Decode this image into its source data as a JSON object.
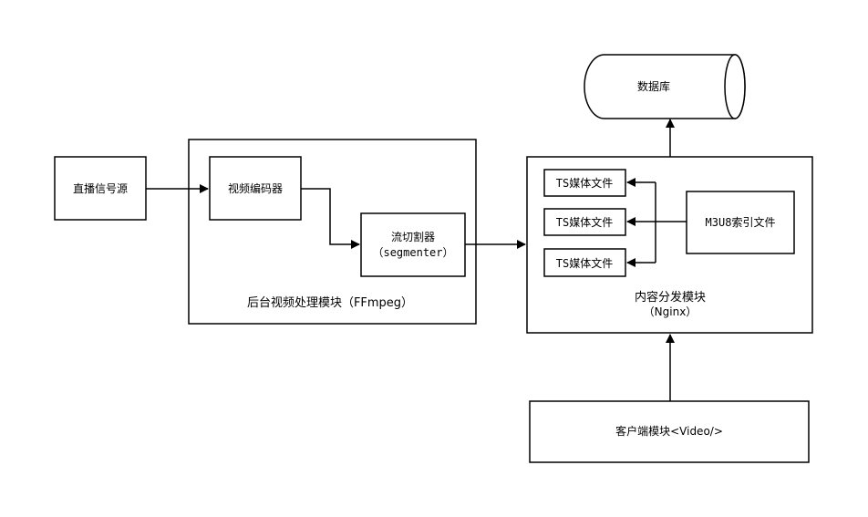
{
  "nodes": {
    "signal_source": "直播信号源",
    "backend_module": "后台视频处理模块（FFmpeg）",
    "video_encoder": "视频编码器",
    "stream_segmenter_line1": "流切割器",
    "stream_segmenter_line2": "（segmenter）",
    "content_module_line1": "内容分发模块",
    "content_module_line2": "（Nginx）",
    "ts_file_1": "TS媒体文件",
    "ts_file_2": "TS媒体文件",
    "ts_file_3": "TS媒体文件",
    "m3u8_index": "M3U8索引文件",
    "database": "数据库",
    "client_module": "客户端模块<Video/>"
  }
}
